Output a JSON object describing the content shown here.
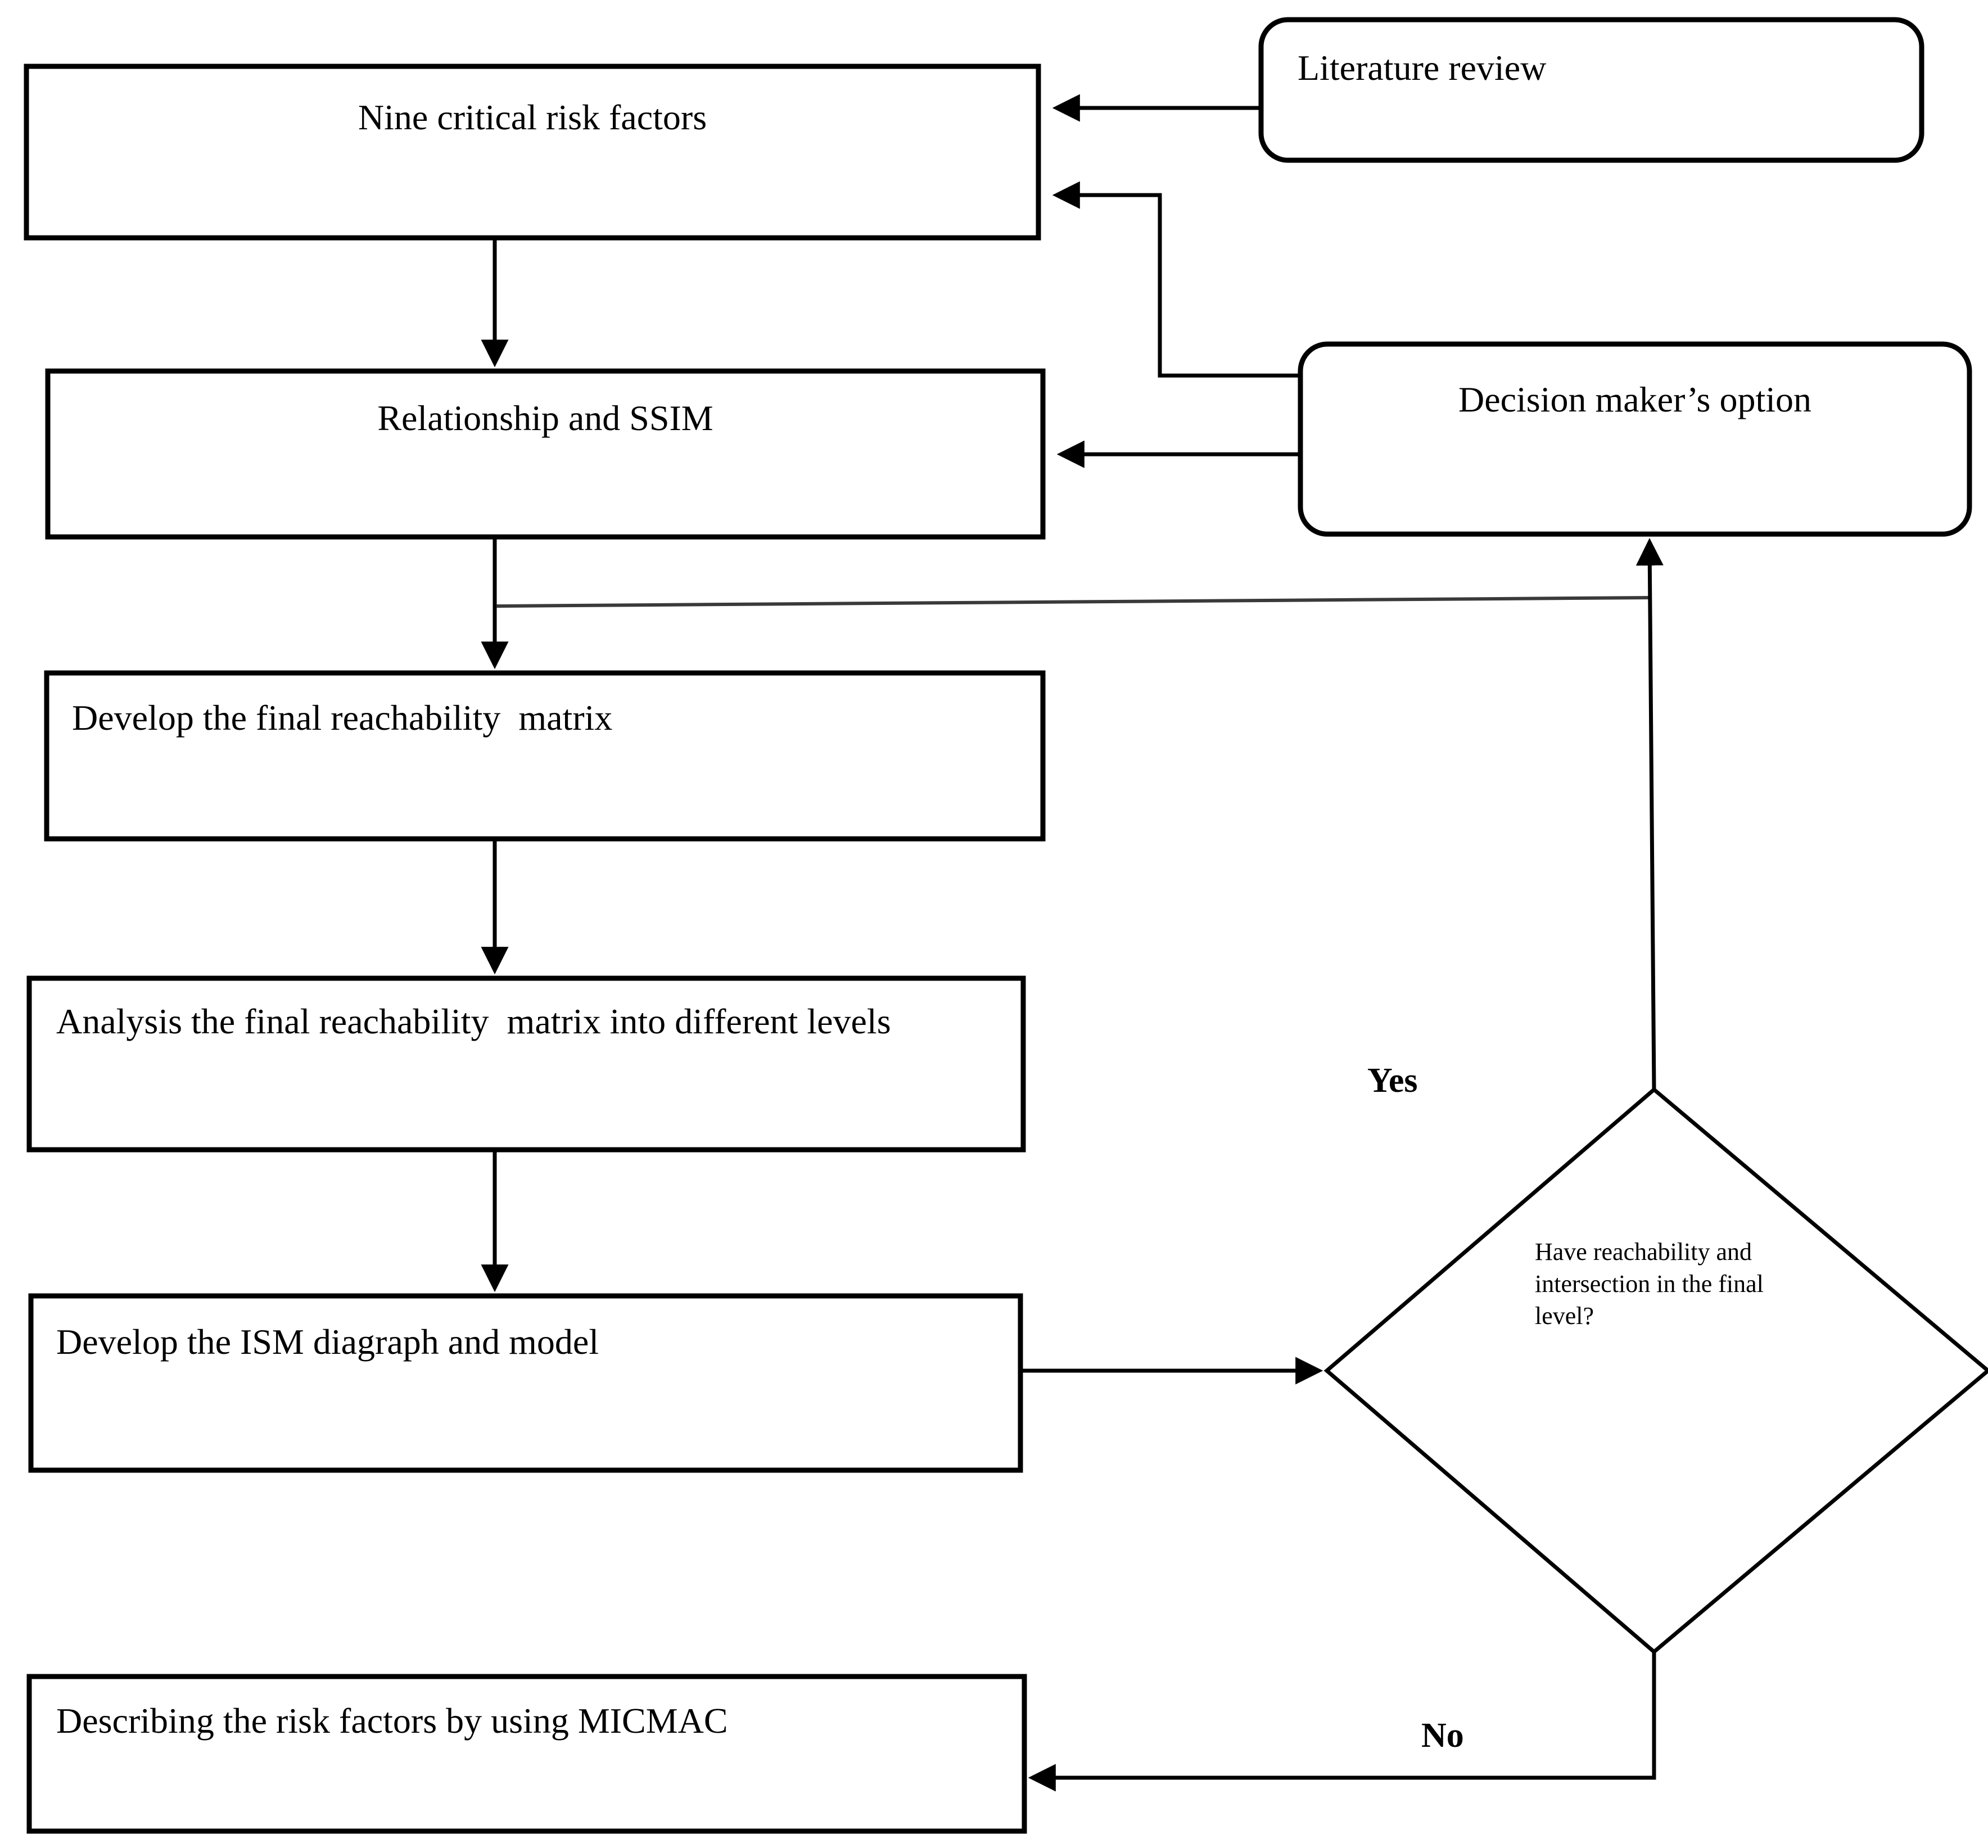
{
  "diagram": {
    "title": "ISM methodology flowchart",
    "colors": {
      "stroke": "#000000",
      "fill": "#ffffff",
      "text": "#000000"
    },
    "nodes": [
      {
        "id": "nine-critical-risk-factors",
        "shape": "rectangle",
        "label": "Nine critical risk factors",
        "align": "center"
      },
      {
        "id": "literature-review",
        "shape": "rounded-rectangle",
        "label": "Literature review",
        "align": "left"
      },
      {
        "id": "relationship-and-ssim",
        "shape": "rectangle",
        "label": "Relationship and SSIM",
        "align": "center"
      },
      {
        "id": "decision-makers-option",
        "shape": "rounded-rectangle",
        "label": "Decision maker’s option",
        "align": "center"
      },
      {
        "id": "develop-final-reachability-matrix",
        "shape": "rectangle",
        "label": "Develop the final reachability  matrix",
        "align": "left"
      },
      {
        "id": "analysis-final-reachability-matrix",
        "shape": "rectangle",
        "label": "Analysis the final reachability  matrix into different levels",
        "align": "left"
      },
      {
        "id": "develop-ism-diagraph-and-model",
        "shape": "rectangle",
        "label": "Develop the ISM diagraph and model",
        "align": "left"
      },
      {
        "id": "describing-risk-factors-micmac",
        "shape": "rectangle",
        "label": "Describing the risk factors by using MICMAC",
        "align": "left"
      },
      {
        "id": "decision-final-level",
        "shape": "diamond",
        "label": "Have reachability and intersection in the final level?",
        "align": "left"
      }
    ],
    "edge_labels": {
      "yes": "Yes",
      "no": "No"
    },
    "edges": [
      {
        "from": "literature-review",
        "to": "nine-critical-risk-factors",
        "label": ""
      },
      {
        "from": "decision-makers-option",
        "to": "nine-critical-risk-factors",
        "label": ""
      },
      {
        "from": "decision-makers-option",
        "to": "relationship-and-ssim",
        "label": ""
      },
      {
        "from": "nine-critical-risk-factors",
        "to": "relationship-and-ssim",
        "label": ""
      },
      {
        "from": "relationship-and-ssim",
        "to": "develop-final-reachability-matrix",
        "label": ""
      },
      {
        "from": "develop-final-reachability-matrix",
        "to": "analysis-final-reachability-matrix",
        "label": ""
      },
      {
        "from": "analysis-final-reachability-matrix",
        "to": "develop-ism-diagraph-and-model",
        "label": ""
      },
      {
        "from": "develop-ism-diagraph-and-model",
        "to": "decision-final-level",
        "label": ""
      },
      {
        "from": "decision-final-level",
        "to": "decision-makers-option",
        "label": "Yes"
      },
      {
        "from": "decision-final-level",
        "to": "describing-risk-factors-micmac",
        "label": "No"
      }
    ]
  }
}
